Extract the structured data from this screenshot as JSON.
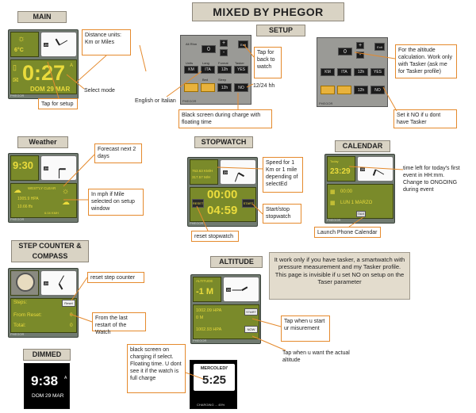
{
  "title": "MIXED BY PHEGOR",
  "brand": "PHEGOR",
  "colors": {
    "accent": "#e58a2d",
    "watch_lcd": "#7a8a2a",
    "lcd_text": "#eadb3c"
  },
  "sections": {
    "main": "MAIN",
    "setup": "SETUP",
    "weather": "Weather",
    "stopwatch": "STOPWATCH",
    "calendar": "CALENDAR",
    "step": "STEP COUNTER & COMPASS",
    "altitude": "ALTITUDE",
    "dimmed": "DIMMED"
  },
  "notes": {
    "distance_units": "Distance units: Km or Miles",
    "select_mode": "Select mode",
    "tap_setup": "Tap for setup",
    "tap_back": "Tap for back to watch",
    "language": "English or Italian",
    "hour_format": "12/24 hh",
    "black_screen": "Black screen during charge with floating time",
    "altitude_calc": "For the altitude calculation. Work only with Tasker (ask me for Tasker profile)",
    "set_no": "Set it NO if u dont have Tasker",
    "forecast": "Forecast next 2 days",
    "mph": "In mph if Mile selected  on setup window",
    "speed": "Speed for 1 Km or 1 mile depending of selectEd",
    "start_stop": "Start/stop stopwatch",
    "reset_sw": "reset stopwatch",
    "time_left": "time left for today's first event in HH:mm. Change to ONGOING during event",
    "launch_cal": "Launch Phone Calendar",
    "reset_step": "reset step counter",
    "from_restart": "From the last restart of the Watch",
    "altitude_info": "It work only if you have tasker, a smartwatch with pressure measurement and my Tasker profile. This page is invisible if u set NO on setup on the Taser parameter",
    "tap_start": "Tap when u start ur misurement",
    "tap_actual": "Tap when u want the actual altitude",
    "charging_black": "black screen on charging if select. Floating time. U dont see it if the watch is full charge"
  },
  "main_watch": {
    "temp": "6°C",
    "time": "0:27",
    "ampm": "A",
    "date": "DOM 29 MAR",
    "date_badge": "29"
  },
  "setup_watch": {
    "alt_label": "Alt Rhm",
    "alt_value": "0",
    "plus": "+",
    "minus": "-",
    "exit": "Exit",
    "units_label": "Units",
    "lang_label": "Lang",
    "format_label": "Format",
    "tasker_label": "Tasker",
    "km": "KM",
    "ita": "ITA",
    "h12": "12h",
    "yes": "YES",
    "sleep_label": "Sleep",
    "bed_label": "Bed",
    "col_label": "Col",
    "no": "NO"
  },
  "setup_watch2": {
    "alt_value": "0"
  },
  "weather_watch": {
    "time": "9:30",
    "date_badge": "29",
    "forecast": "WEST'LY CLEAR",
    "pressure": "1005.9 HPA",
    "humidity": "10.66 ffs",
    "wind": "6.04 KMH"
  },
  "stopwatch_watch": {
    "speed_km": "763.63 KM/H",
    "speed_mile": "317.57 M/H",
    "time_top": "00:00",
    "time_bottom": "04:59",
    "reset": "RESET",
    "start": "START",
    "date_badge": "29"
  },
  "calendar_watch": {
    "label": "Today",
    "event_time": "23:29",
    "event1": "00:00",
    "event2": "LUN 1 MARZO",
    "talk": "TALK",
    "date_badge": "29"
  },
  "step_watch": {
    "steps_label": "Steps:",
    "reset": "Reset",
    "from_reset_label": "From Reset:",
    "from_reset_value": "0",
    "total_label": "Total:",
    "total_value": "0",
    "date_badge": "29"
  },
  "altitude_watch": {
    "label": "ALTITUDE",
    "value": "-1 M",
    "pressure1": "1002.09 HPA",
    "rel": "0 M",
    "start": "START",
    "pressure2": "1002.93 HPA",
    "now": "NOW",
    "date_badge": "29"
  },
  "dimmed_watch": {
    "time": "9:38",
    "ampm": "A",
    "date": "DOM 29 MAR"
  },
  "charging_watch": {
    "day": "MERCOLEDI'",
    "time": "5:25",
    "footer": "CHARGING ... 45%"
  }
}
